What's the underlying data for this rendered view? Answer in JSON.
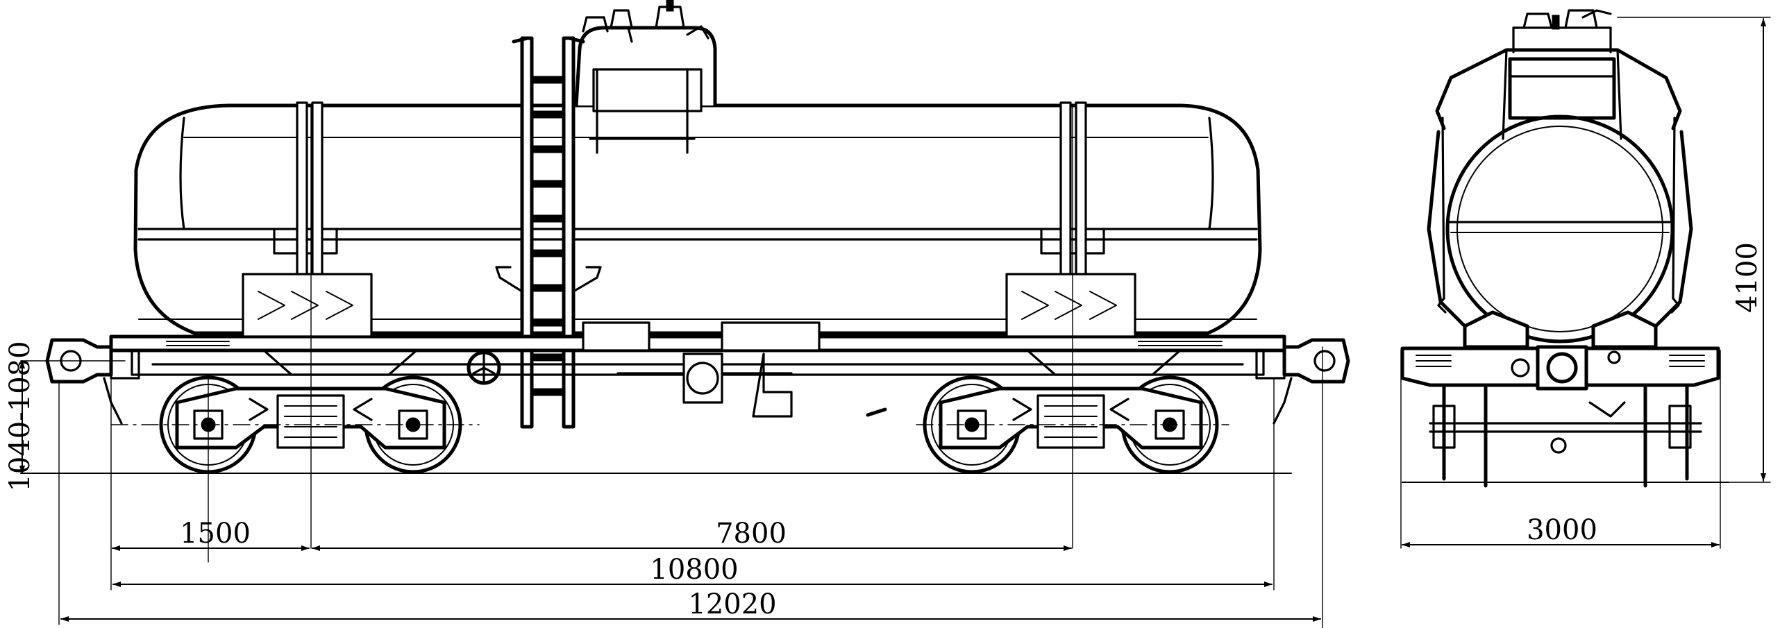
{
  "dimensions": {
    "coupler_height": "1040-1080",
    "bogie_wheelbase": "1500",
    "bogie_centers": "7800",
    "frame_length": "10800",
    "length_over_couplers": "12020",
    "width": "3000",
    "height": "4100"
  }
}
